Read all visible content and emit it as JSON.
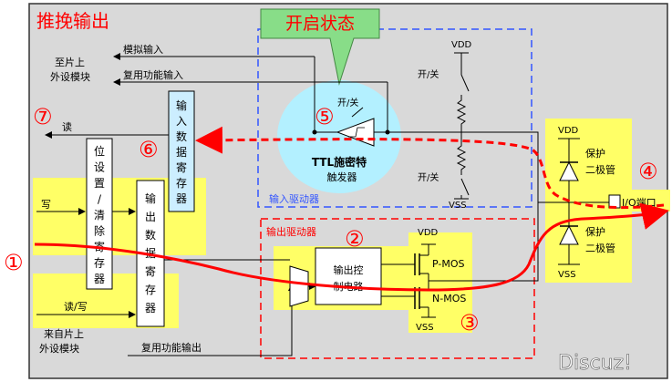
{
  "title": "推挽输出",
  "callout": "开启状态",
  "labels": {
    "to_peripheral_line1": "至片上",
    "to_peripheral_line2": "外设模块",
    "analog_input": "模拟输入",
    "alt_func_input": "复用功能输入",
    "read": "读",
    "write": "写",
    "read_write": "读/写",
    "from_peripheral_line1": "来自片上",
    "from_peripheral_line2": "外设模块",
    "alt_func_output": "复用功能输出",
    "bit_set_reset_reg": [
      "位",
      "设",
      "置",
      "/",
      "清",
      "除",
      "寄",
      "存",
      "器"
    ],
    "output_data_reg": [
      "输",
      "出",
      "数",
      "据",
      "寄",
      "存",
      "器"
    ],
    "input_data_reg": [
      "输",
      "入",
      "数",
      "据",
      "寄",
      "存",
      "器"
    ],
    "switch_top": "开/关",
    "schmitt_line1": "TTL施密特",
    "schmitt_line2": "触发器",
    "input_driver": "输入驱动器",
    "output_driver": "输出驱动器",
    "output_control_line1": "输出控",
    "output_control_line2": "制电路",
    "pmos": "P-MOS",
    "nmos": "N-MOS",
    "vdd": "VDD",
    "vss": "VSS",
    "switch_right_top": "开/关",
    "switch_right_bottom": "开/关",
    "protect_diode_top_line1": "保护",
    "protect_diode_top_line2": "二极管",
    "protect_diode_bottom_line1": "保护",
    "protect_diode_bottom_line2": "二极管",
    "io_pin": "I/O端口",
    "watermark": "Discuz!"
  },
  "markers": [
    "①",
    "②",
    "③",
    "④",
    "⑤",
    "⑥",
    "⑦"
  ],
  "colors": {
    "background": "#d9d9d9",
    "highlight": "#ffff66",
    "register_fill": "#cceeff",
    "red": "#ff0000",
    "blue": "#3355ff",
    "green": "#66cc66",
    "cyan": "#b3f0ff"
  }
}
